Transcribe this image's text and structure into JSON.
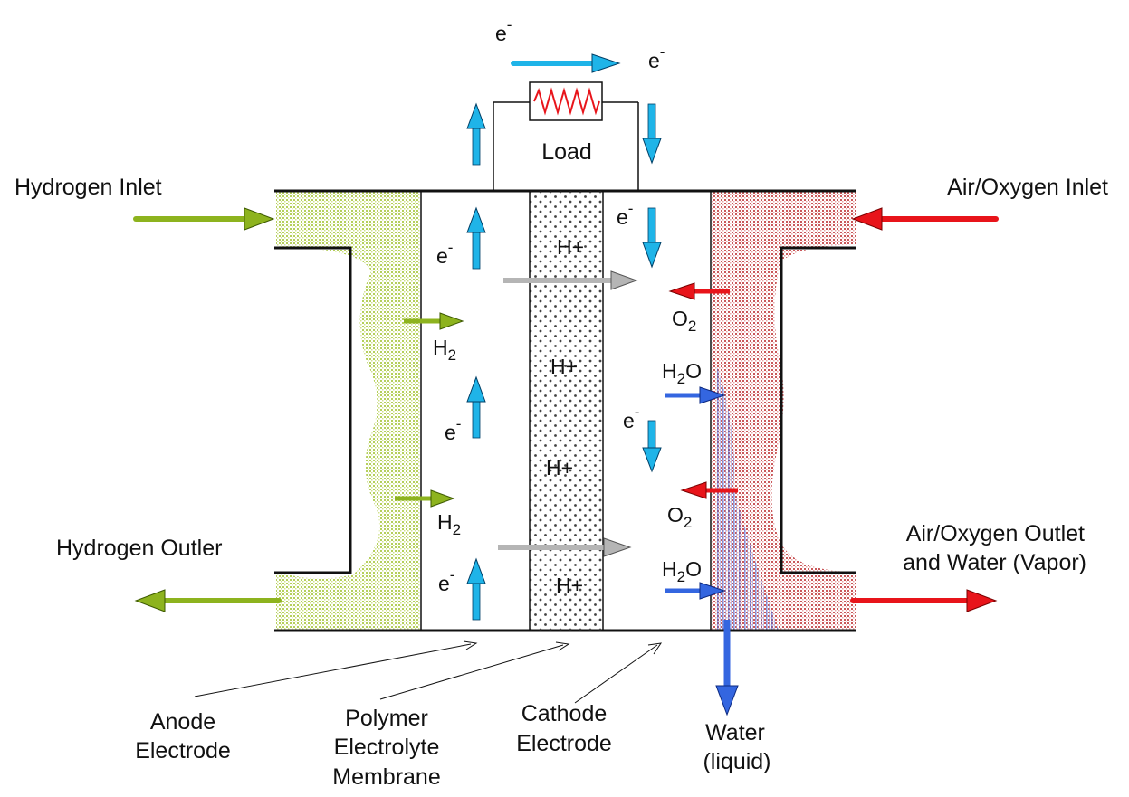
{
  "labels": {
    "hydrogen_inlet": "Hydrogen Inlet",
    "hydrogen_outlet": "Hydrogen Outler",
    "air_inlet": "Air/Oxygen Inlet",
    "air_outlet_line1": "Air/Oxygen Outlet",
    "air_outlet_line2": "and Water (Vapor)",
    "load": "Load",
    "anode_line1": "Anode",
    "anode_line2": "Electrode",
    "membrane_line1": "Polymer",
    "membrane_line2": "Electrolyte",
    "membrane_line3": "Membrane",
    "cathode_line1": "Cathode",
    "cathode_line2": "Electrode",
    "water_line1": "Water",
    "water_line2": "(liquid)"
  },
  "species": {
    "electron_base": "e",
    "electron_sup": "-",
    "proton": "H+",
    "hydrogen_base": "H",
    "hydrogen_sub": "2",
    "oxygen_base": "O",
    "oxygen_sub": "2",
    "water_base": "H",
    "water_sub": "2",
    "water_tail": "O"
  },
  "colors": {
    "hydrogen_arrow": "#8db31e",
    "oxygen_arrow": "#e8141a",
    "electron_arrow": "#1fb4e8",
    "proton_arrow": "#b5b5b5",
    "water_arrow": "#3466e0",
    "hydrogen_fill": "#b8d35a",
    "air_fill": "#c8474a",
    "resistor": "#e8141a"
  }
}
